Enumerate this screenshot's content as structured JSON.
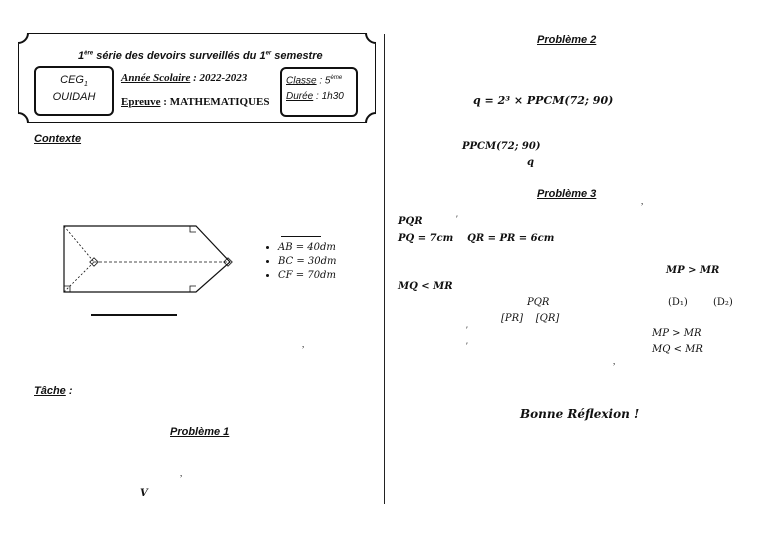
{
  "header": {
    "title_prefix": "1",
    "title_sup": "ère",
    "title_mid": " série des devoirs surveillés du 1",
    "title_sup2": "er",
    "title_suffix": " semestre",
    "school_line1": "CEG",
    "school_sub": "1",
    "school_line2": "OUIDAH",
    "year_label": "Année Scolaire",
    "year_value": " : 2022-2023",
    "subject_label": "Epreuve",
    "subject_value": " : MATHEMATIQUES",
    "class_label": "Classe",
    "class_value": " : 5",
    "class_sup": "ème",
    "duration_label": "Durée",
    "duration_value": " : 1h30"
  },
  "left": {
    "context_heading": "Contexte",
    "bullets": [
      "AB = 40dm",
      "BC = 30dm",
      "CF = 70dm"
    ],
    "comma_mark": ",",
    "task_heading": "Tâche :",
    "problem1_heading": "Problème 1",
    "comma_mark2": ",",
    "v_label": "V"
  },
  "right": {
    "problem2_heading": "Problème 2",
    "q_formula": "q = 2³ × PPCM(72; 90)",
    "ppcm_label": "PPCM(72; 90)",
    "q_label": "q",
    "problem3_heading": "Problème 3",
    "comma_top": ",",
    "pqr": "PQR",
    "tick": "′",
    "lengths": "PQ = 7cm    QR = PR = 6cm",
    "mp_mr_gt": "MP > MR",
    "mq_mr_lt": "MQ < MR",
    "pqr_small": "PQR",
    "d1": "(D₁)",
    "d2": "(D₂)",
    "pr_qr": "[PR]    [QR]",
    "tick2": "′",
    "tick3": "′",
    "mp_mr_gt2": "MP > MR",
    "mq_mr_lt2": "MQ < MR",
    "comma_mid": ",",
    "signoff": "Bonne Réflexion !"
  }
}
